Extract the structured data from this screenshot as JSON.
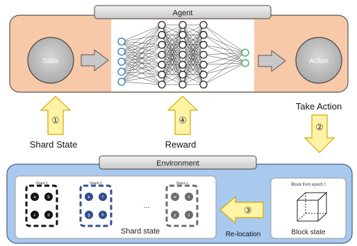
{
  "agent": {
    "title": "Agent",
    "state_label": "State",
    "action_label": "Action",
    "panel_color": "#f8c9a8",
    "node_color_input": "#2e75b6",
    "node_color_output": "#3aa84a"
  },
  "steps": {
    "shard_state": {
      "num": "①",
      "label": "Shard State"
    },
    "reward": {
      "num": "④",
      "label": "Reward"
    },
    "take_action": {
      "num": "②",
      "label": "Take Action"
    },
    "relocation": {
      "num": "③",
      "label": "Re-location"
    }
  },
  "environment": {
    "title": "Environment",
    "panel_color": "#a9c9ee",
    "shard_state_caption": "Shard state",
    "ellipsis": "...",
    "shards": [
      {
        "title": "Shard 1",
        "letters": [
          "a",
          "b",
          "c",
          "d"
        ],
        "color": "#111111"
      },
      {
        "title": "Shard 2",
        "letters": [
          "e",
          "f",
          "g",
          "h"
        ],
        "color": "#2f4e8c"
      },
      {
        "title": "Shard s",
        "letters": [
          "w",
          "x",
          "y",
          "z"
        ],
        "color": "#6b6b6b"
      }
    ],
    "block": {
      "subtitle": "Block from epoch t",
      "caption": "Block state"
    }
  },
  "colors": {
    "arrow_fill": "#fff3a6",
    "arrow_stroke": "#d1a800",
    "gray_arrow": "#bfbfbf"
  }
}
